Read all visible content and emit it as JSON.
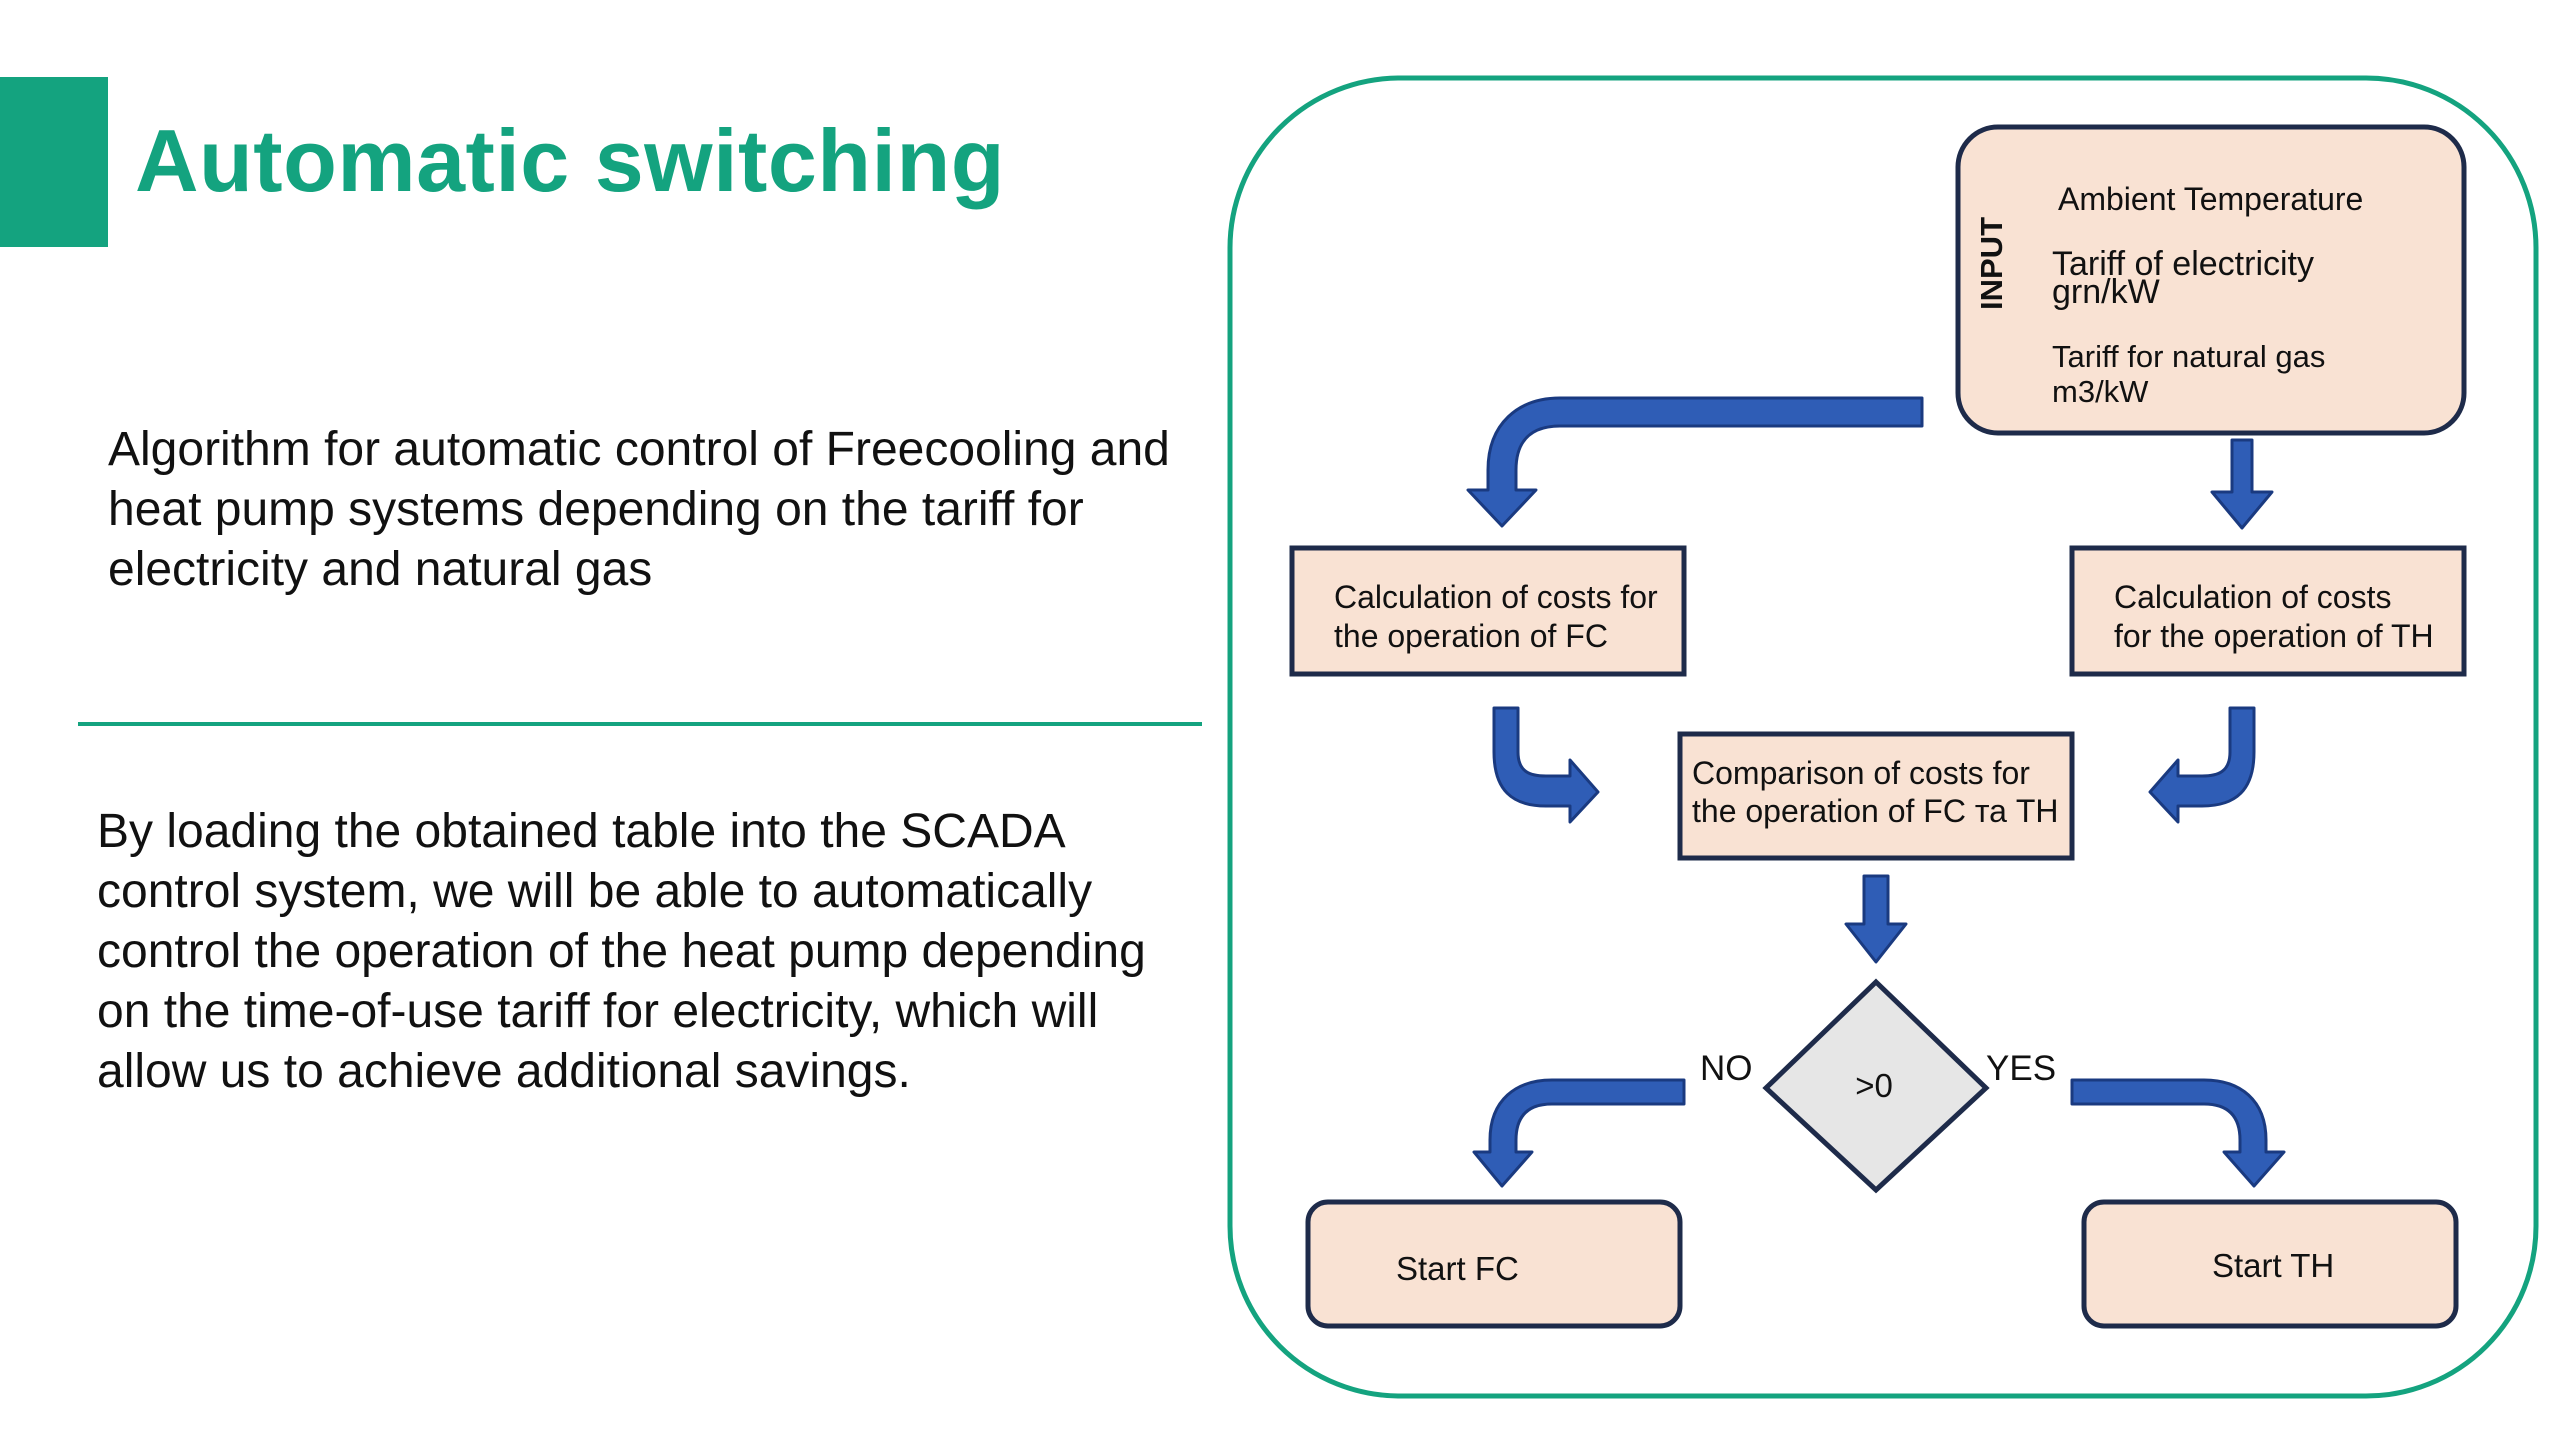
{
  "slide": {
    "title": "Automatic switching",
    "paragraph1": "Algorithm for automatic control of Freecooling and heat pump systems depending on the tariff for electricity and natural gas",
    "paragraph2": "By loading the obtained table into the SCADA control system, we will be able to automatically control the operation of the heat pump depending on the time-of-use tariff for electricity, which will allow us to achieve additional savings."
  },
  "diagram": {
    "input_label": "INPUT",
    "input_lines": {
      "ambient": "Ambient Temperature",
      "elec_1": "Tariff of electricity",
      "elec_2": "grn/kW",
      "gas_1": "Tariff for natural gas",
      "gas_2": "m3/kW"
    },
    "calc_fc": [
      "Calculation of costs for",
      "the operation of FC"
    ],
    "calc_th": [
      "Calculation of costs",
      "for the operation of TH"
    ],
    "comparison": [
      "Comparison of costs for",
      "the operation of FC та TH"
    ],
    "decision": ">0",
    "no_label": "NO",
    "yes_label": "YES",
    "start_fc": "Start FC",
    "start_th": "Start TH"
  },
  "colors": {
    "accent": "#14a37f",
    "box_fill": "#f9e2d3",
    "box_border": "#1e2b4a",
    "arrow_fill": "#2f5db6",
    "arrow_stroke": "#1a3a80",
    "diamond_fill": "#e6e6e6"
  }
}
